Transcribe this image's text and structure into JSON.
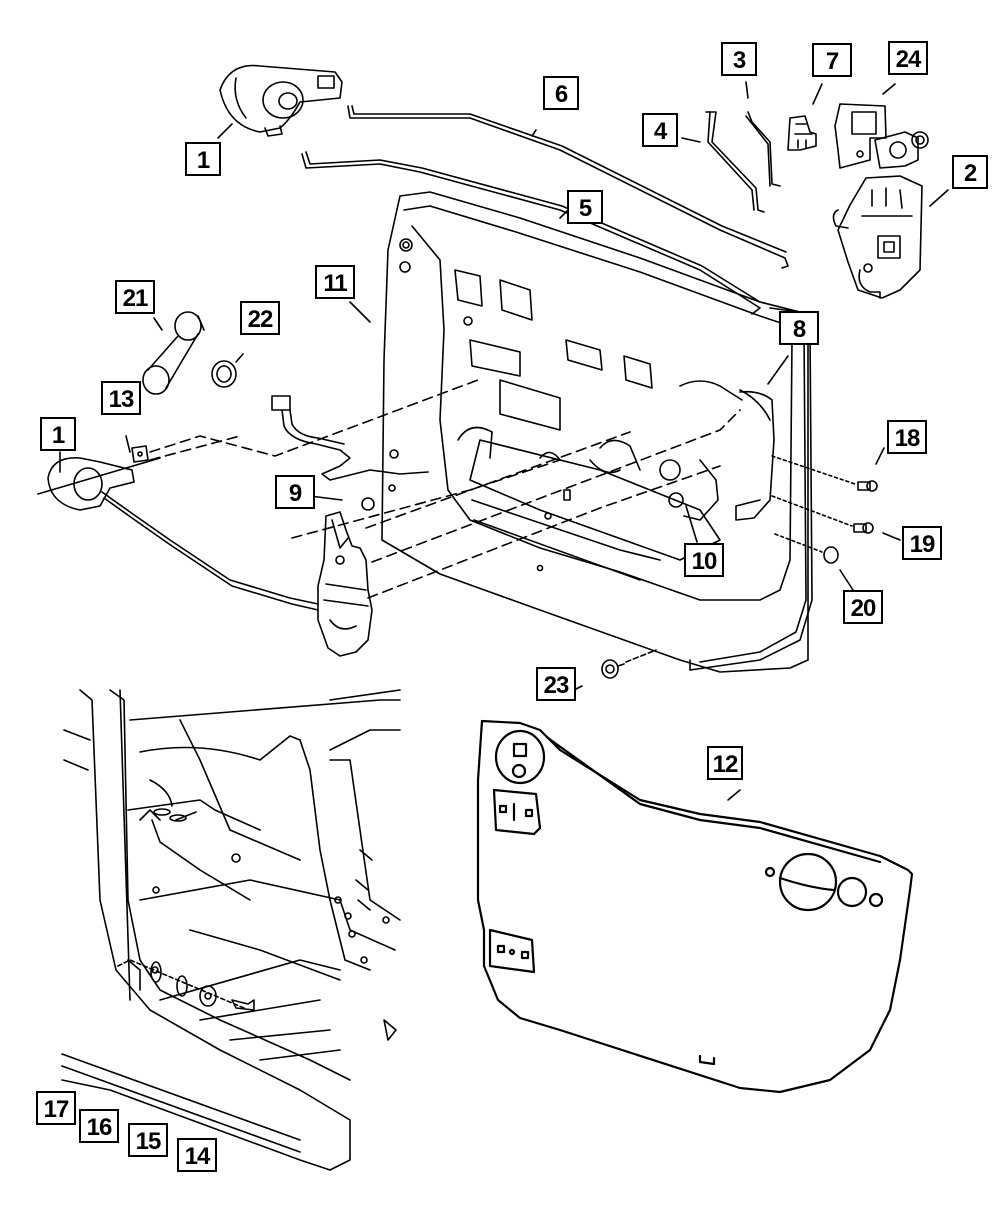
{
  "diagram": {
    "type": "exploded-parts-diagram",
    "subject": "Front door hardware, latch, handles, rods and trim panel",
    "colors": {
      "line": "#000000",
      "background": "#ffffff"
    },
    "callouts": [
      {
        "id": "c1a",
        "label": "1"
      },
      {
        "id": "c1b",
        "label": "1"
      },
      {
        "id": "c2",
        "label": "2"
      },
      {
        "id": "c3",
        "label": "3"
      },
      {
        "id": "c4",
        "label": "4"
      },
      {
        "id": "c5",
        "label": "5"
      },
      {
        "id": "c6",
        "label": "6"
      },
      {
        "id": "c7",
        "label": "7"
      },
      {
        "id": "c8",
        "label": "8"
      },
      {
        "id": "c9",
        "label": "9"
      },
      {
        "id": "c10",
        "label": "10"
      },
      {
        "id": "c11",
        "label": "11"
      },
      {
        "id": "c12",
        "label": "12"
      },
      {
        "id": "c13",
        "label": "13"
      },
      {
        "id": "c14",
        "label": "14"
      },
      {
        "id": "c15",
        "label": "15"
      },
      {
        "id": "c16",
        "label": "16"
      },
      {
        "id": "c17",
        "label": "17"
      },
      {
        "id": "c18",
        "label": "18"
      },
      {
        "id": "c19",
        "label": "19"
      },
      {
        "id": "c20",
        "label": "20"
      },
      {
        "id": "c21",
        "label": "21"
      },
      {
        "id": "c22",
        "label": "22"
      },
      {
        "id": "c23",
        "label": "23"
      },
      {
        "id": "c24",
        "label": "24"
      }
    ],
    "views": [
      {
        "name": "door-assembly-exploded"
      },
      {
        "name": "door-opening-striker-detail"
      },
      {
        "name": "door-trim-panel"
      }
    ]
  }
}
